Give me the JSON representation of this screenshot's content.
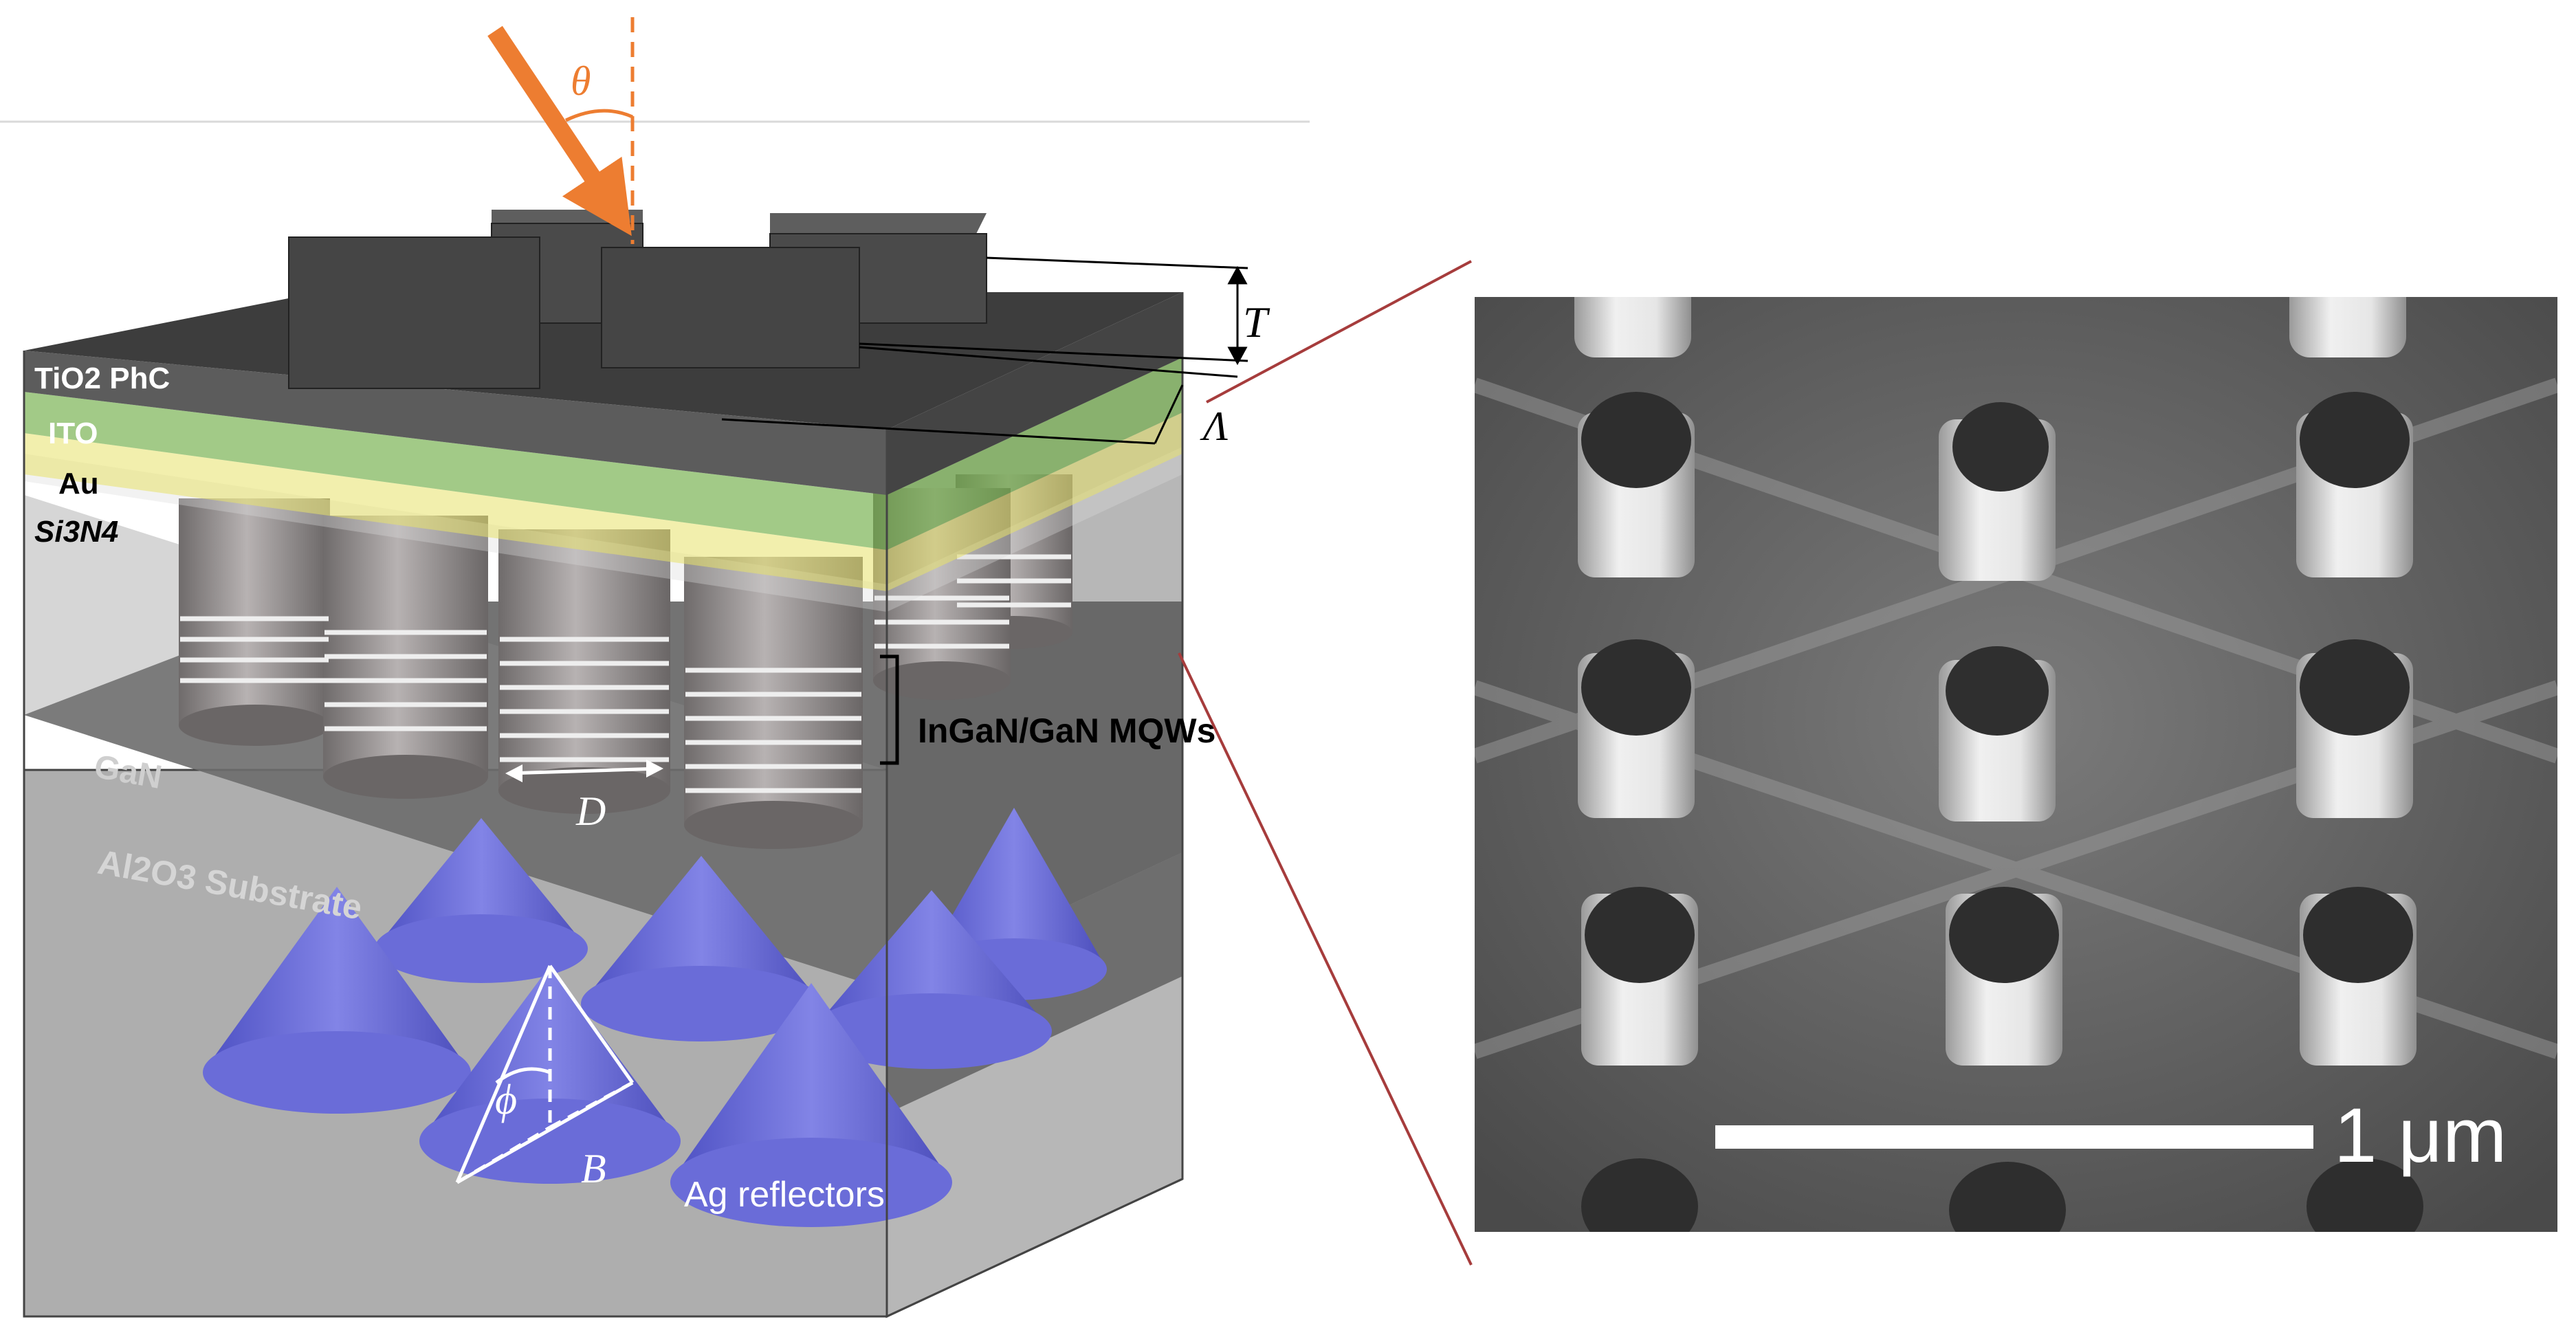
{
  "schematic": {
    "layers": {
      "tio2": "TiO2 PhC",
      "ito": "ITO",
      "au": "Au",
      "si3n4": "Si3N4",
      "gan": "GaN",
      "substrate": "Al2O3 Substrate"
    },
    "labels": {
      "theta": "θ",
      "period_t": "T",
      "lambda": "Λ",
      "diameter": "D",
      "mqw": "InGaN/GaN MQWs",
      "phi": "ϕ",
      "base": "B",
      "reflectors": "Ag reflectors"
    },
    "colors": {
      "incident_arrow": "#ed7d31",
      "ito": "#70ad47",
      "au": "#e8e26a",
      "cones": "#6264d8",
      "scale_bar": "#ffffff"
    }
  },
  "sem": {
    "scale_bar_label": "1 μm"
  }
}
